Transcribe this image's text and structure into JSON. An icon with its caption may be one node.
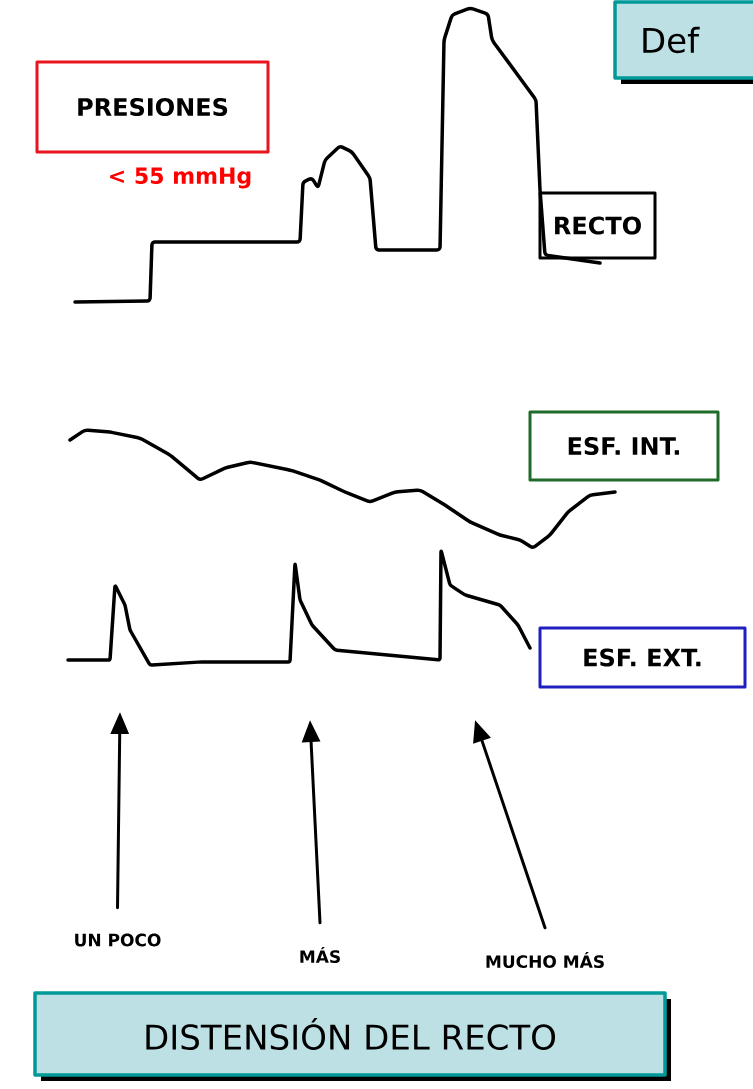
{
  "diagram": {
    "nodes": [
      {
        "text": [
          "Def"
        ]
      },
      {
        "text": [
          "PRESIONES"
        ],
        "beside": [
          "< 55 mmHg"
        ]
      },
      {
        "text": [
          "RECTO"
        ]
      },
      {
        "text": [
          "ESF. INT."
        ]
      },
      {
        "text": [
          "ESF. EXT."
        ]
      },
      {
        "text": [
          "UN POCO"
        ]
      },
      {
        "text": [
          "MÁS"
        ]
      },
      {
        "text": [
          "MUCHO MÁS"
        ]
      },
      {
        "text": [
          "DISTENSIÓN DEL RECTO"
        ]
      }
    ],
    "edges": [
      {
        "from": 5,
        "to": null,
        "arrow": "to"
      },
      {
        "from": 6,
        "to": null,
        "arrow": "to"
      },
      {
        "from": 7,
        "to": null,
        "arrow": "to"
      }
    ]
  }
}
